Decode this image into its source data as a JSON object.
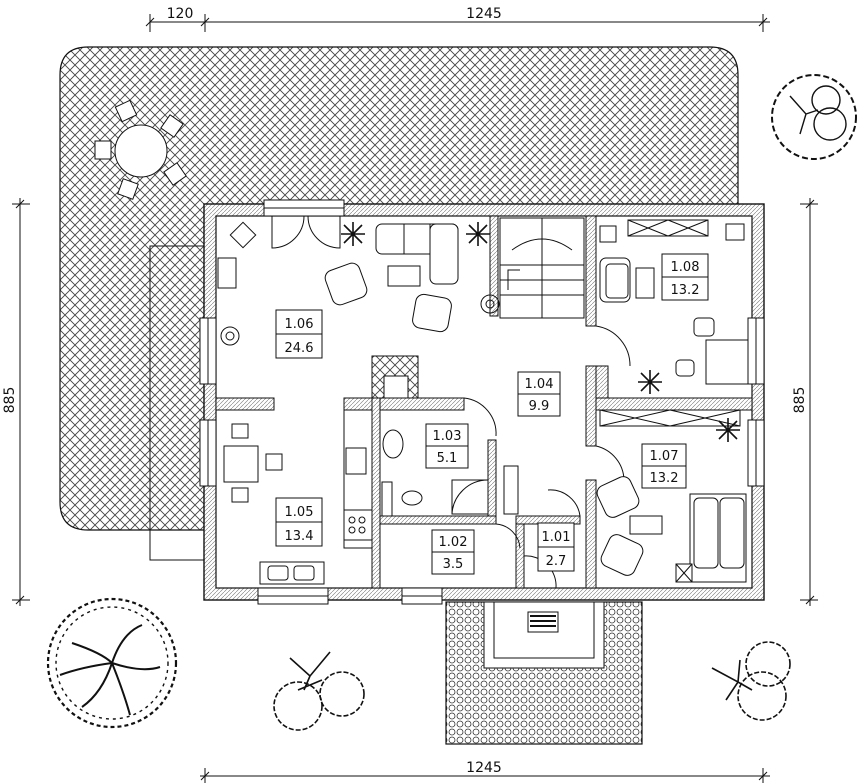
{
  "dimensions": {
    "top_left": "120",
    "top_main": "1245",
    "bottom": "1245",
    "left_height": "885",
    "right_height": "885"
  },
  "rooms": [
    {
      "id": "1.01",
      "area": "2.7"
    },
    {
      "id": "1.02",
      "area": "3.5"
    },
    {
      "id": "1.03",
      "area": "5.1"
    },
    {
      "id": "1.04",
      "area": "9.9"
    },
    {
      "id": "1.05",
      "area": "13.4"
    },
    {
      "id": "1.06",
      "area": "24.6"
    },
    {
      "id": "1.07",
      "area": "13.2"
    },
    {
      "id": "1.08",
      "area": "13.2"
    }
  ],
  "colors": {
    "line": "#111111",
    "hatch": "#444444",
    "background": "#ffffff"
  }
}
